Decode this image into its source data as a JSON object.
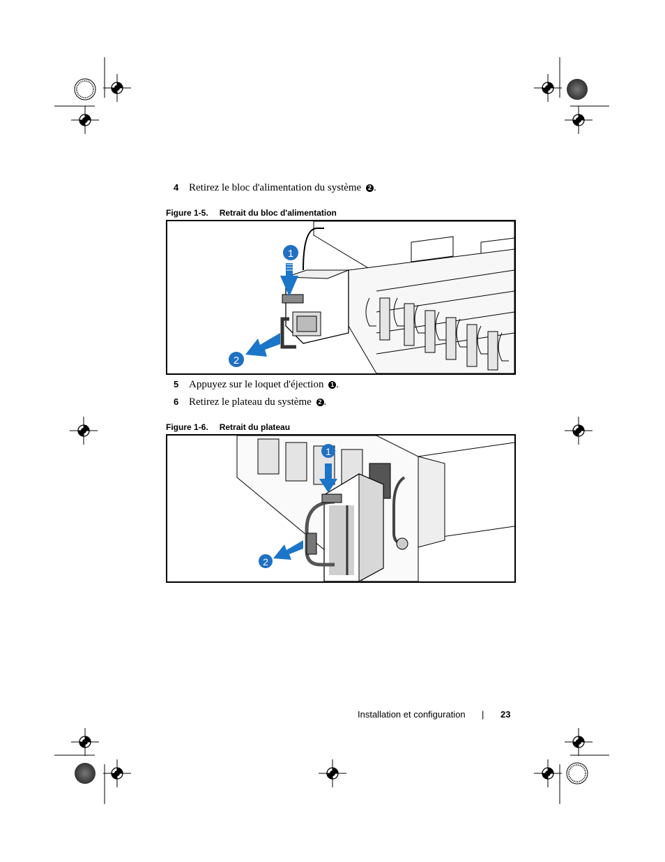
{
  "steps": [
    {
      "number": "4",
      "text": "Retirez le bloc d'alimentation du système",
      "marker": "2"
    },
    {
      "number": "5",
      "text": "Appuyez sur le loquet d'éjection",
      "marker": "1"
    },
    {
      "number": "6",
      "text": "Retirez le plateau du système",
      "marker": "2"
    }
  ],
  "figures": [
    {
      "label": "Figure 1-5.",
      "title": "Retrait du bloc d'alimentation",
      "callouts": [
        "1",
        "2"
      ]
    },
    {
      "label": "Figure 1-6.",
      "title": "Retrait du plateau",
      "callouts": [
        "1",
        "2"
      ]
    }
  ],
  "footer": {
    "section": "Installation et configuration",
    "separator": "|",
    "page_number": "23"
  },
  "colors": {
    "callout_blue": "#1f6fc2",
    "arrow_blue": "#1b75c9"
  }
}
